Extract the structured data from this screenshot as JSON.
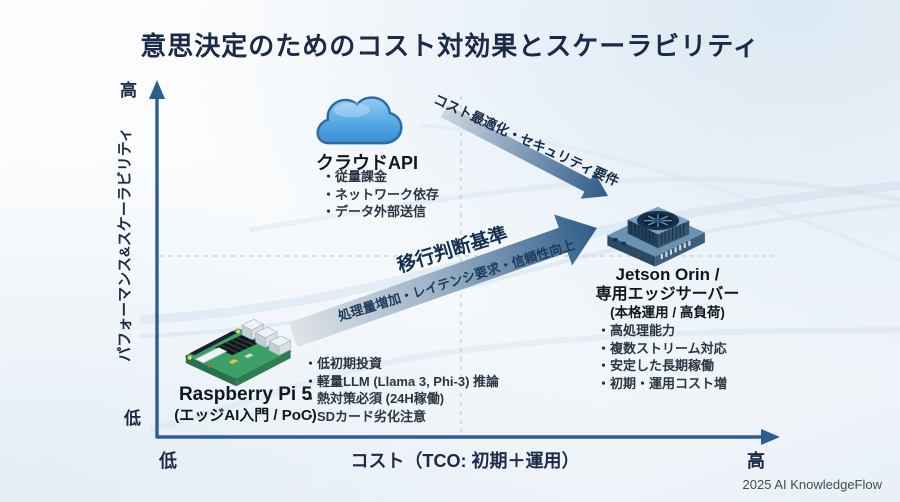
{
  "title": "意思決定のためのコスト対効果とスケーラビリティ",
  "footer": "2025 AI KnowledgeFlow",
  "axes": {
    "y_label": "パフォーマンス&スケーラビリティ",
    "y_high": "高",
    "y_low": "低",
    "x_label": "コスト（TCO: 初期＋運用）",
    "x_low": "低",
    "x_high": "高"
  },
  "cloud": {
    "label": "クラウドAPI",
    "bullets": [
      "・従量課金",
      "・ネットワーク依存",
      "・データ外部送信"
    ]
  },
  "arrow_down": {
    "label": "コスト最適化・セキュリティ要件"
  },
  "arrow_up": {
    "title": "移行判断基準",
    "label": "処理量増加・レイテンシ要求・信頼性向上"
  },
  "jetson": {
    "name_line1": "Jetson Orin /",
    "name_line2": "専用エッジサーバー",
    "name_line3": "(本格運用 / 高負荷)",
    "bullets": [
      "・高処理能力",
      "・複数ストリーム対応",
      "・安定した長期稼働",
      "・初期・運用コスト増"
    ]
  },
  "raspi": {
    "name_line1": "Raspberry Pi 5",
    "name_line2": "(エッジAI入門 / PoC)",
    "bullets": [
      "・低初期投資",
      "・軽量LLM (Llama 3, Phi-3) 推論",
      "・熱対策必須 (24H稼働)",
      "・SDカード劣化注意"
    ]
  },
  "colors": {
    "title_navy": "#1b2b47",
    "axis_blue": "#2d5f8e",
    "arrow_steel": "#2f5d88",
    "cloud_blue": "#4a9ede",
    "pi_green": "#3da167",
    "jetson_slate": "#6b92b1"
  }
}
